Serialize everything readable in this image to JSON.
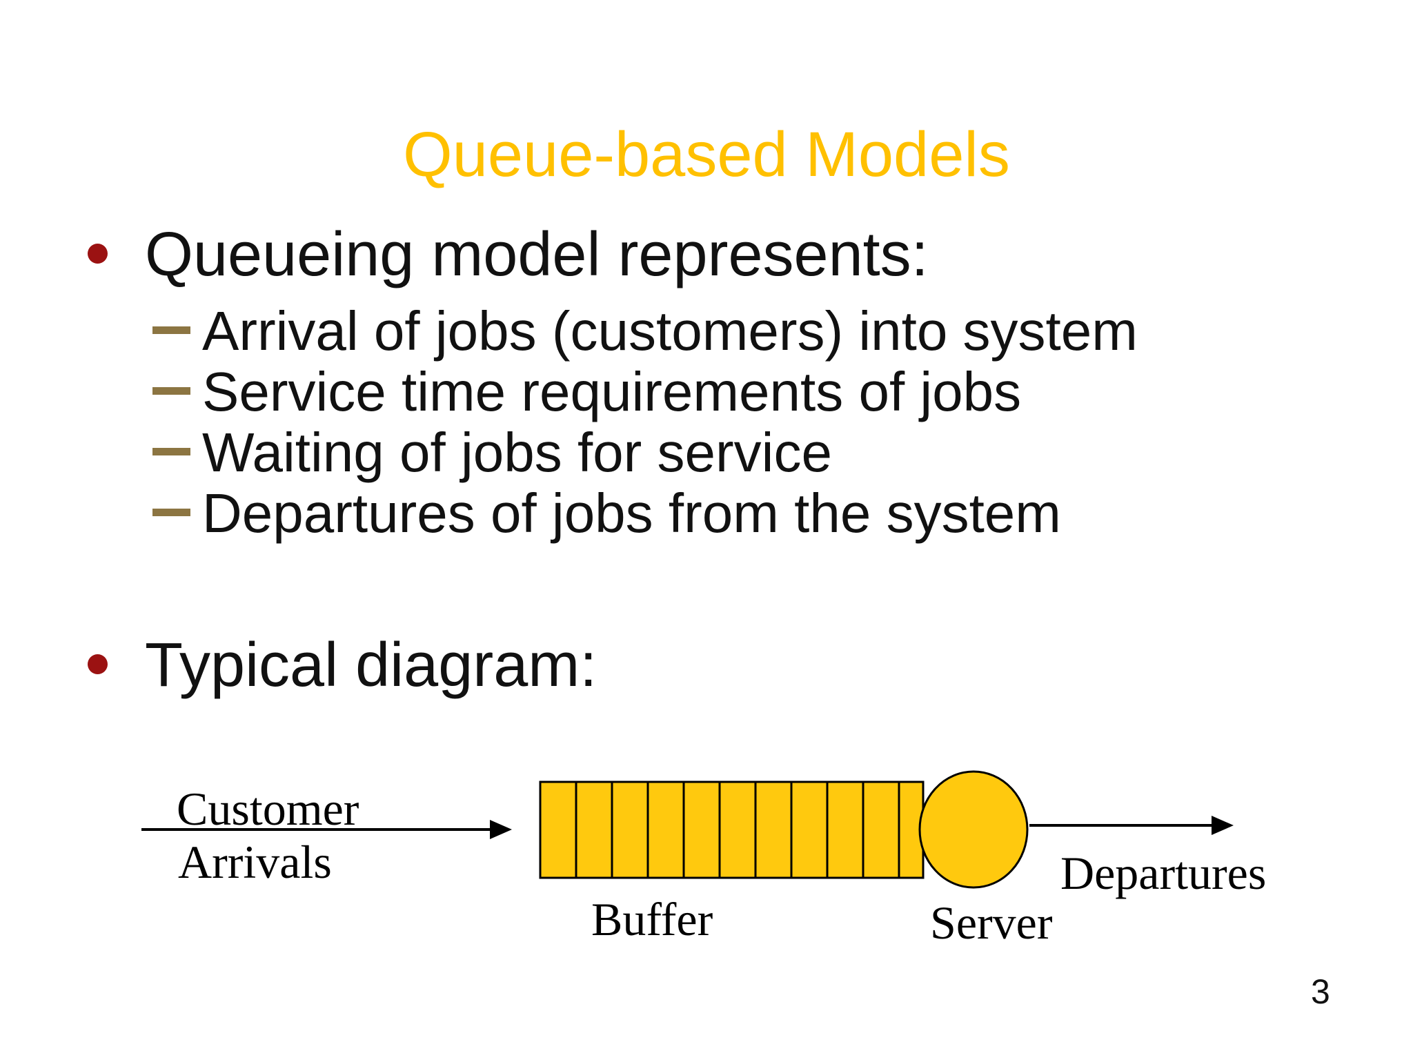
{
  "slide": {
    "title": "Queue-based Models",
    "page_number": "3",
    "colors": {
      "title_gold": "#FFC000",
      "shape_gold": "#FFC90E",
      "bullet_red": "#9B1212",
      "dash_brown": "#8C7542",
      "text": "#111111"
    },
    "bullets": [
      {
        "level": 1,
        "text": "Queueing model represents:"
      },
      {
        "level": 2,
        "text": "Arrival of jobs (customers) into system"
      },
      {
        "level": 2,
        "text": "Service time requirements of jobs"
      },
      {
        "level": 2,
        "text": "Waiting of jobs for service"
      },
      {
        "level": 2,
        "text": "Departures of jobs from the system"
      },
      {
        "level": 1,
        "text": "Typical diagram:"
      }
    ],
    "diagram": {
      "arrivals_line1": "Customer",
      "arrivals_line2": "Arrivals",
      "buffer_label": "Buffer",
      "server_label": "Server",
      "departures_label": "Departures",
      "buffer_slots": 11
    }
  }
}
